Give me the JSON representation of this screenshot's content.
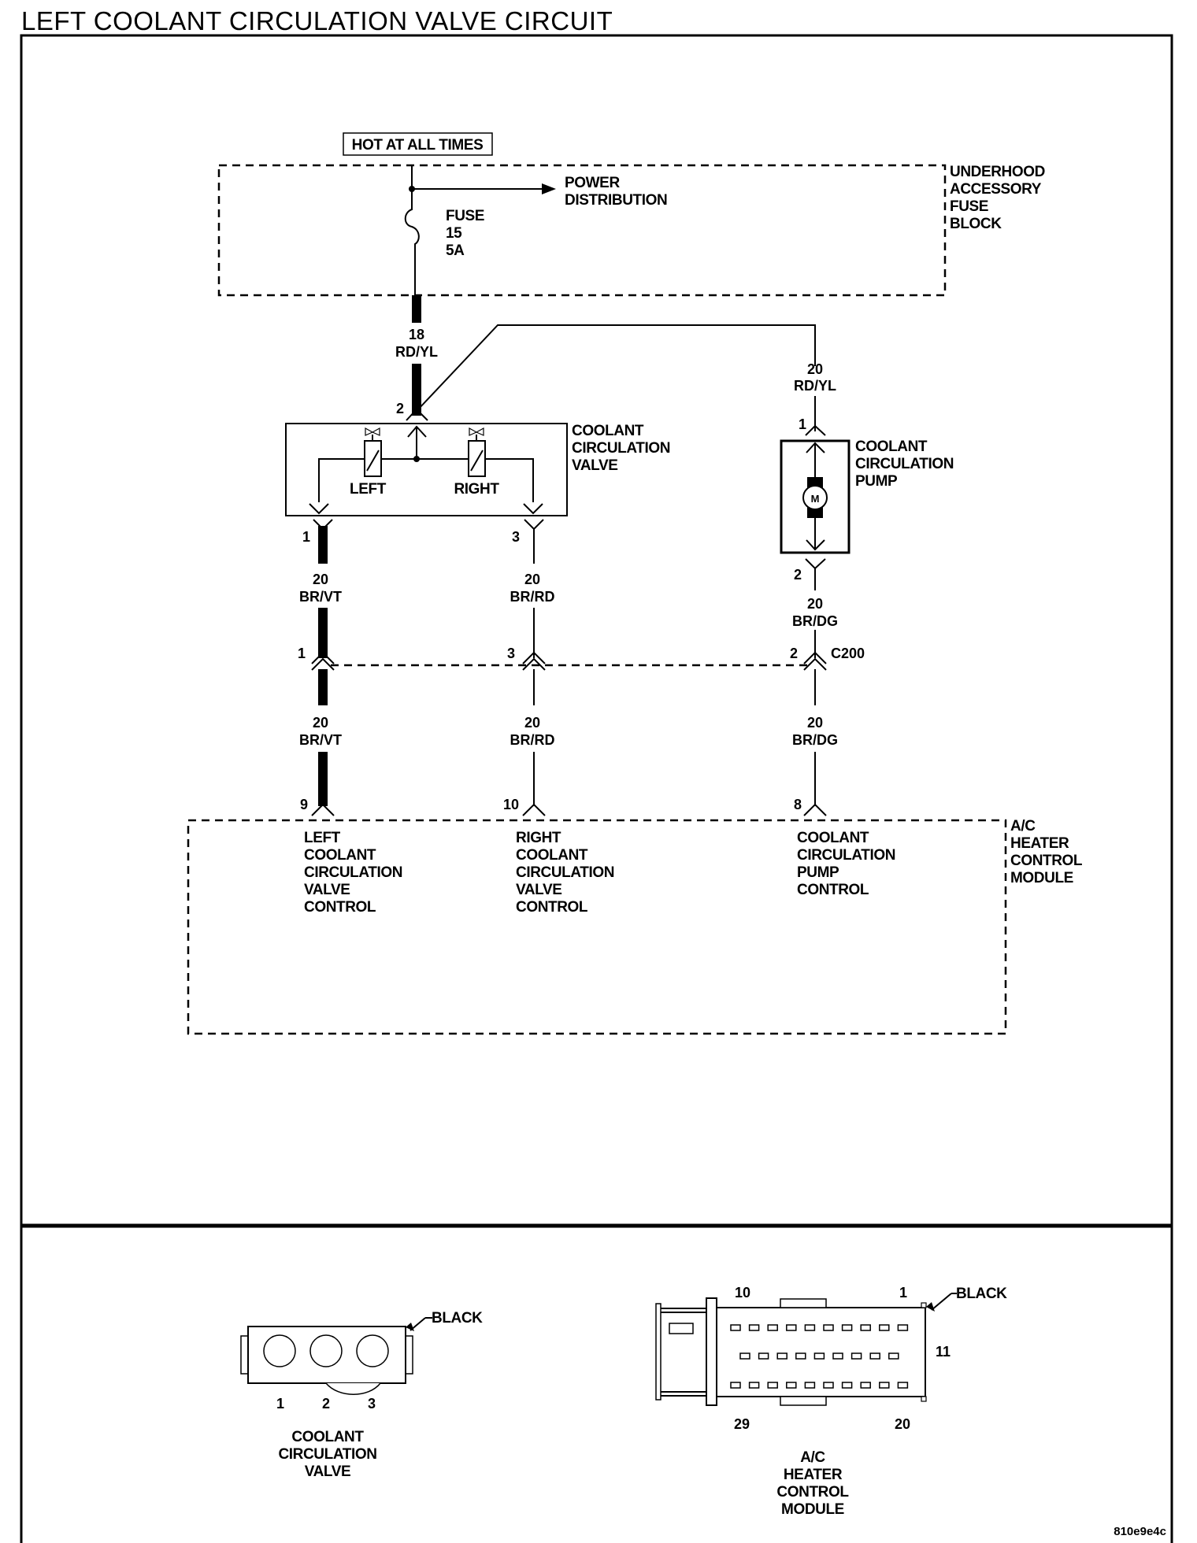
{
  "title": "LEFT COOLANT CIRCULATION VALVE CIRCUIT",
  "figure_id": "810e9e4c",
  "power": {
    "source_label": "HOT AT ALL TIMES",
    "power_distribution": [
      "POWER",
      "DISTRIBUTION"
    ],
    "fuse": [
      "FUSE",
      "15",
      "5A"
    ],
    "fuse_block_name": [
      "UNDERHOOD",
      "ACCESSORY",
      "FUSE",
      "BLOCK"
    ]
  },
  "wires": {
    "feed": {
      "gauge": "18",
      "color": "RD/YL"
    },
    "pump_feed": {
      "gauge": "20",
      "color": "RD/YL"
    },
    "left_upper": {
      "gauge": "20",
      "color": "BR/VT"
    },
    "right_upper": {
      "gauge": "20",
      "color": "BR/RD"
    },
    "pump_upper": {
      "gauge": "20",
      "color": "BR/DG"
    },
    "left_lower": {
      "gauge": "20",
      "color": "BR/VT"
    },
    "right_lower": {
      "gauge": "20",
      "color": "BR/RD"
    },
    "pump_lower": {
      "gauge": "20",
      "color": "BR/DG"
    }
  },
  "valve": {
    "name": [
      "COOLANT",
      "CIRCULATION",
      "VALVE"
    ],
    "left_label": "LEFT",
    "right_label": "RIGHT",
    "pin_feed": "2",
    "pin_left": "1",
    "pin_right": "3"
  },
  "pump": {
    "name": [
      "COOLANT",
      "CIRCULATION",
      "PUMP"
    ],
    "motor_label": "M",
    "pin_in": "1",
    "pin_out": "2"
  },
  "connector_c200": {
    "name": "C200",
    "pins": [
      "1",
      "3",
      "2"
    ]
  },
  "module": {
    "name": [
      "A/C",
      "HEATER",
      "CONTROL",
      "MODULE"
    ],
    "pins": [
      "9",
      "10",
      "8"
    ],
    "functions": [
      [
        "LEFT",
        "COOLANT",
        "CIRCULATION",
        "VALVE",
        "CONTROL"
      ],
      [
        "RIGHT",
        "COOLANT",
        "CIRCULATION",
        "VALVE",
        "CONTROL"
      ],
      [
        "COOLANT",
        "CIRCULATION",
        "PUMP",
        "CONTROL"
      ]
    ]
  },
  "connector_views": {
    "valve_connector": {
      "color_label": "BLACK",
      "pins": [
        "1",
        "2",
        "3"
      ],
      "name": [
        "COOLANT",
        "CIRCULATION",
        "VALVE"
      ]
    },
    "module_connector": {
      "color_label": "BLACK",
      "corner_pins": {
        "top_left": "10",
        "top_right": "1",
        "right_mid": "11",
        "bottom_left": "29",
        "bottom_right": "20"
      },
      "name": [
        "A/C",
        "HEATER",
        "CONTROL",
        "MODULE"
      ]
    }
  }
}
